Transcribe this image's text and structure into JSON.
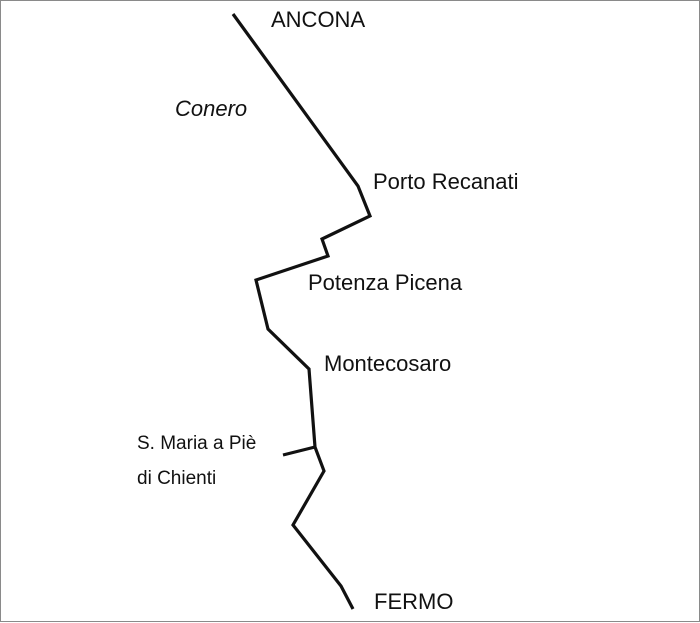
{
  "map": {
    "places": {
      "ancona": "ANCONA",
      "conero": "Conero",
      "porto_recanati": "Porto Recanati",
      "potenza_picena": "Potenza Picena",
      "montecosaro": "Montecosaro",
      "santa_maria_line1": "S. Maria a Piè",
      "santa_maria_line2": "di Chienti",
      "fermo": "FERMO"
    },
    "colors": {
      "route": "#111111",
      "background": "#ffffff",
      "frame": "#8a8a8a"
    }
  }
}
